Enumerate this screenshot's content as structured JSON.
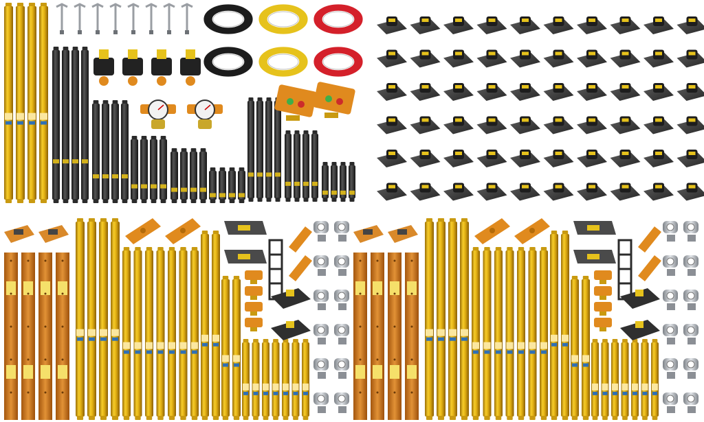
{
  "palette": {
    "background": "#ffffff",
    "shoring_yellow": "#e7c21a",
    "shoring_dark": "#b8930a",
    "rail_orange": "#d9892a",
    "rail_orange_dark": "#a85f12",
    "rod_black": "#3b3b3b",
    "rod_black_dark": "#1e1e1e",
    "hose_black": "#1c1c1c",
    "hose_yellow": "#e6c21c",
    "hose_red": "#d4202a",
    "base_plate": "#3a3a3a",
    "aluminum": "#b8bcc2",
    "gauge_face": "#f2f2f2",
    "valve_orange": "#e08a1e",
    "label_green": "#3fae49",
    "label_red": "#cc2b2b"
  },
  "groups": [
    {
      "id": "hose-coils",
      "count": 6,
      "colors": [
        "hose_black",
        "hose_yellow",
        "hose_red"
      ]
    },
    {
      "id": "base-plates",
      "count": 60
    },
    {
      "id": "rail-panels",
      "count": 8
    },
    {
      "id": "gold-struts",
      "count": 60
    },
    {
      "id": "black-struts",
      "count": 36
    },
    {
      "id": "swivel-clamps",
      "count": 24
    }
  ]
}
